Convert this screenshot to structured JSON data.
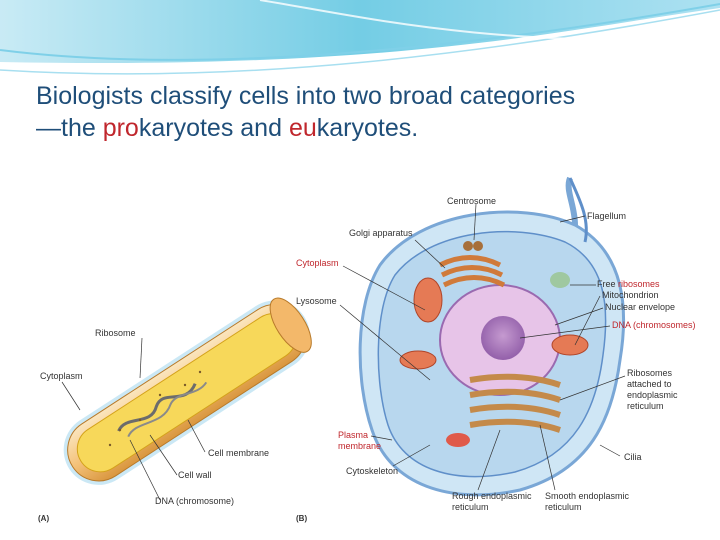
{
  "title": {
    "line1": "Biologists classify cells into two broad categories",
    "line2_prefix": "—the ",
    "pro_highlight": "pro",
    "pro_rest": "karyotes",
    "and": " and ",
    "eu_highlight": "eu",
    "eu_rest": "karyotes",
    "period": "."
  },
  "colors": {
    "title": "#1f4e79",
    "highlight": "#c0272d",
    "banner": "#5bc4e0"
  },
  "prokaryote": {
    "tag": "(A)",
    "labels": {
      "ribosome": "Ribosome",
      "cytoplasm": "Cytoplasm",
      "cell_membrane": "Cell membrane",
      "cell_wall": "Cell wall",
      "dna": "DNA (chromosome)"
    }
  },
  "eukaryote": {
    "tag": "(B)",
    "labels": {
      "centrosome": "Centrosome",
      "flagellum": "Flagellum",
      "golgi": "Golgi apparatus",
      "cytoplasm": "Cytoplasm",
      "lysosome": "Lysosome",
      "free_ribosomes_1": "Free ",
      "free_ribosomes_2": "ribosomes",
      "mitochondrion": "Mitochondrion",
      "nuclear_envelope": "Nuclear envelope",
      "dna": "DNA (chromosomes)",
      "ribosomes_attached_1": "Ribosomes",
      "ribosomes_attached_2": "attached to",
      "ribosomes_attached_3": "endoplasmic",
      "ribosomes_attached_4": "reticulum",
      "plasma_1": "Plasma",
      "plasma_2": "membrane",
      "cytoskeleton": "Cytoskeleton",
      "cilia": "Cilia",
      "rough_er_1": "Rough endoplasmic",
      "rough_er_2": "reticulum",
      "smooth_er_1": "Smooth endoplasmic",
      "smooth_er_2": "reticulum"
    }
  }
}
